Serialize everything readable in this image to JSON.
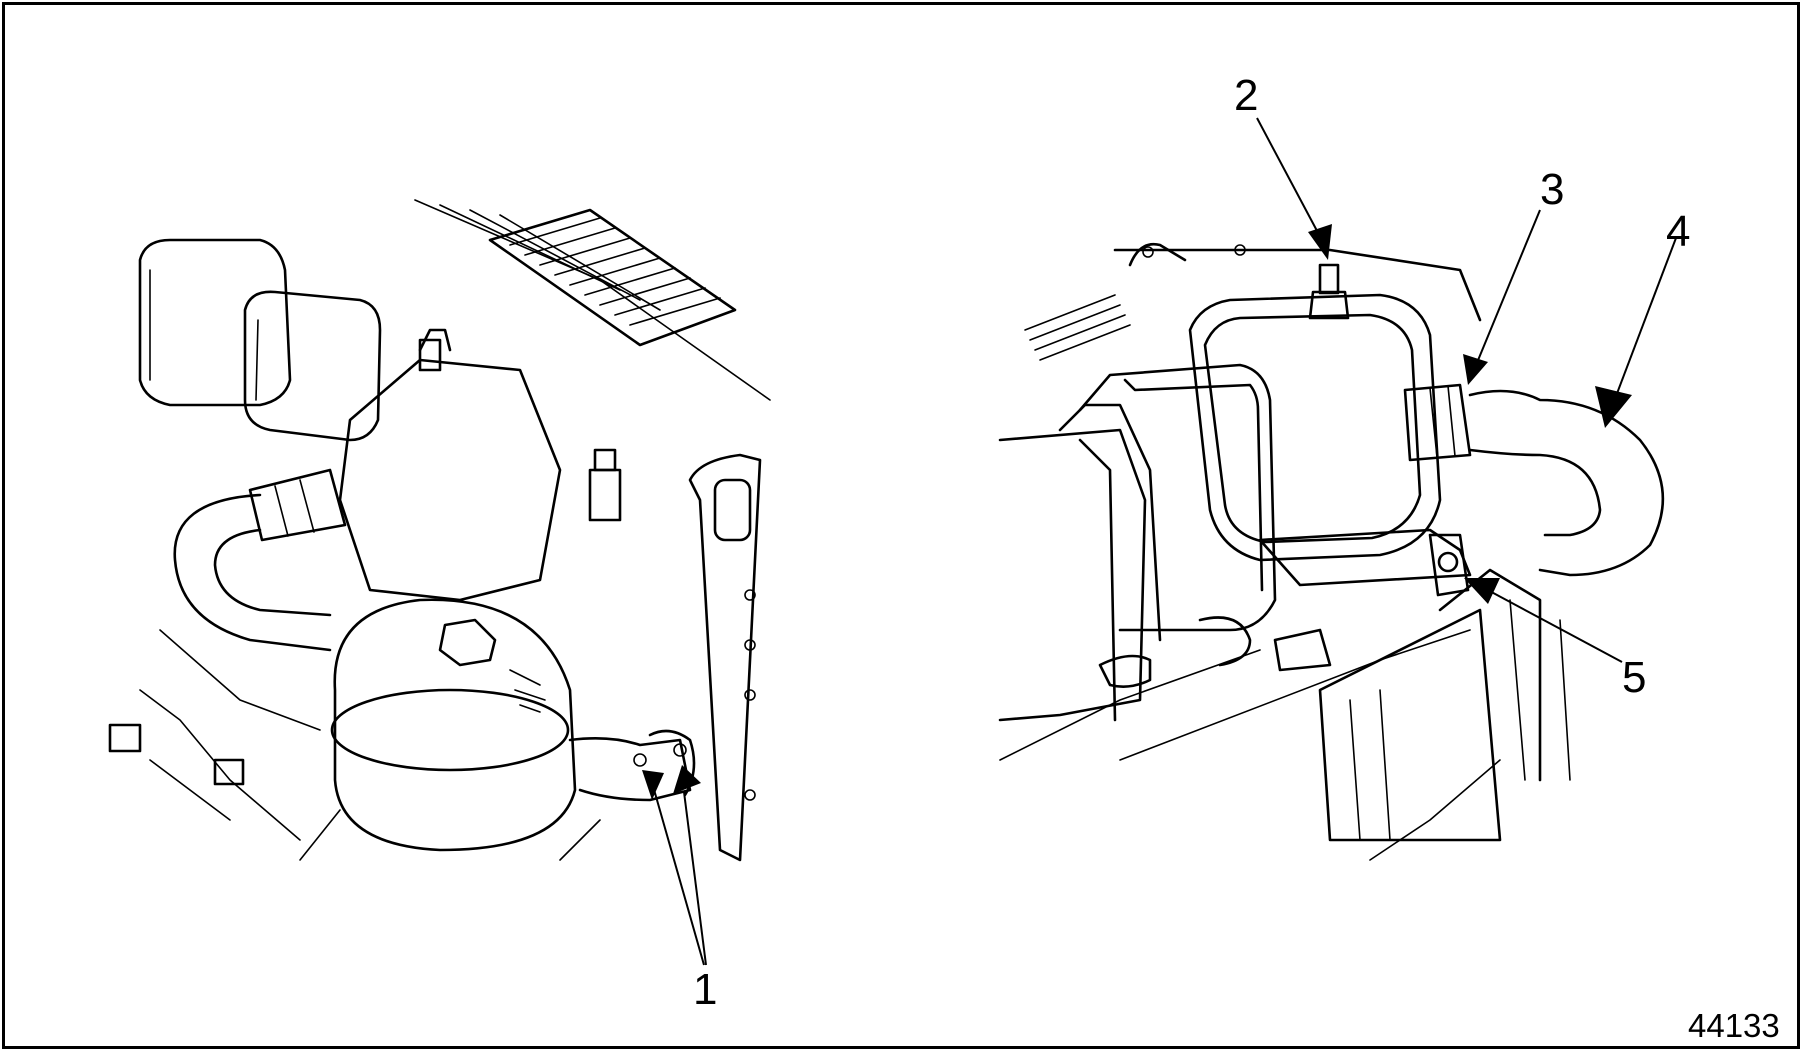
{
  "figure": {
    "id_label": "44133",
    "callouts": [
      {
        "key": "c1",
        "text": "1"
      },
      {
        "key": "c2",
        "text": "2"
      },
      {
        "key": "c3",
        "text": "3"
      },
      {
        "key": "c4",
        "text": "4"
      },
      {
        "key": "c5",
        "text": "5"
      }
    ]
  }
}
